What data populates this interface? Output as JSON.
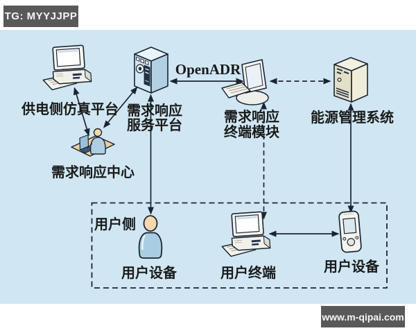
{
  "badges": {
    "tg": "TG: MYYJJPP",
    "site": "www.m-qipai.com"
  },
  "diagram": {
    "protocol": "OpenADR",
    "nodes": {
      "power_supply_platform": {
        "label": "供电侧仿真平台",
        "icon": "desktop-computer-icon"
      },
      "dr_service_platform": {
        "line1": "需求响应",
        "line2": "服务平台",
        "icon": "server-tower-blue-icon"
      },
      "dr_terminal_module": {
        "line1": "需求响应",
        "line2": "终端模块",
        "icon": "flat-monitor-keyboard-icon"
      },
      "energy_management_system": {
        "label": "能源管理系统",
        "icon": "server-tower-beige-icon"
      },
      "dr_center": {
        "label": "需求响应中心",
        "icon": "operator-at-desk-icon"
      },
      "user_side": {
        "label": "用户侧"
      },
      "user_device_person": {
        "label": "用户设备",
        "icon": "person-icon"
      },
      "user_terminal": {
        "label": "用户终端",
        "icon": "desktop-computer-icon"
      },
      "user_device_phone": {
        "label": "用户设备",
        "icon": "mobile-phone-icon"
      }
    }
  },
  "colors": {
    "canvas_bg": "#d0e7f3",
    "outline": "#1b2433",
    "badge_bg": "#595959",
    "badge_text": "#f5f5f5",
    "server_blue": "#d2e7f2",
    "server_beige": "#e4e0c6",
    "person_blue": "#a9cde2",
    "skin": "#f5d9ac",
    "desk_tan": "#ecd09a",
    "text": "#1a1a1a"
  }
}
